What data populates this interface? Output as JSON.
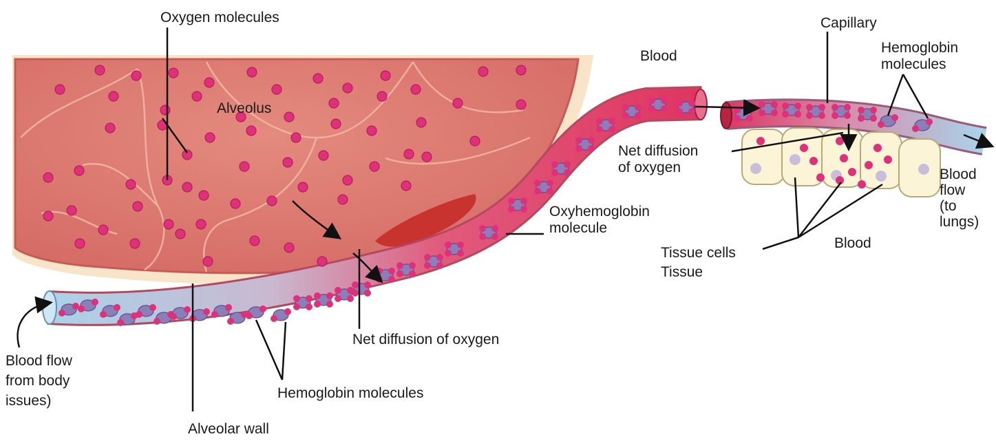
{
  "labels": {
    "oxygen_molecules": "Oxygen molecules",
    "alveolus": "Alveolus",
    "blood_top": "Blood",
    "capillary": "Capillary",
    "hemoglobin_right": [
      "Hemoglobin",
      "molecules"
    ],
    "net_diffusion_right": [
      "Net diffusion",
      "of oxygen"
    ],
    "oxyhemoglobin": [
      "Oxyhemoglobin",
      "molecule"
    ],
    "blood_flow_lungs": [
      "Blood",
      "flow",
      "(to",
      "lungs)"
    ],
    "tissue_cells": [
      "Tissue cells",
      "Tissue"
    ],
    "blood_bottom": "Blood",
    "net_diffusion_bottom": "Net diffusion of oxygen",
    "blood_flow_body": [
      "Blood flow",
      "from body",
      "issues)"
    ],
    "hemoglobin_bottom": "Hemoglobin molecules",
    "alveolar_wall": "Alveolar wall"
  },
  "colors": {
    "alveolus_fill": "#d9706a",
    "alveolus_wall": "#f6dcc0",
    "oxygen": "#e0307a",
    "hemoglobin": "#8a7fb8",
    "vessel_oxygenated": "#de3560",
    "vessel_deoxygenated": "#a9d3ea",
    "tissue_cell": "#fbf4d6"
  }
}
